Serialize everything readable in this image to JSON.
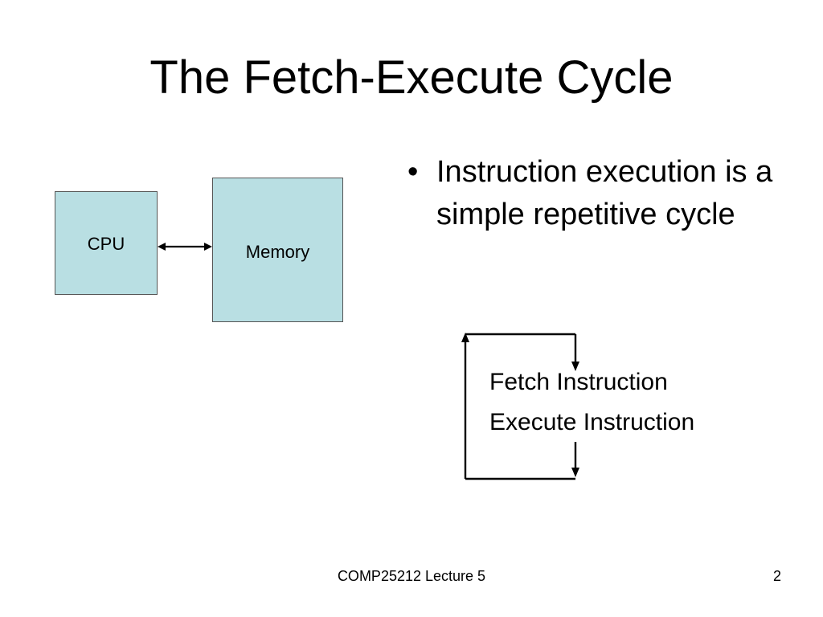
{
  "slide": {
    "title": "The Fetch-Execute Cycle",
    "footer": "COMP25212 Lecture 5",
    "page_number": "2"
  },
  "block_diagram": {
    "cpu_label": "CPU",
    "memory_label": "Memory",
    "box_fill": "#b9dfe3"
  },
  "bullets": [
    {
      "symbol": "•",
      "text": "Instruction execution is a simple repetitive cycle"
    }
  ],
  "cycle": {
    "steps": [
      "Fetch Instruction",
      "Execute Instruction"
    ]
  }
}
